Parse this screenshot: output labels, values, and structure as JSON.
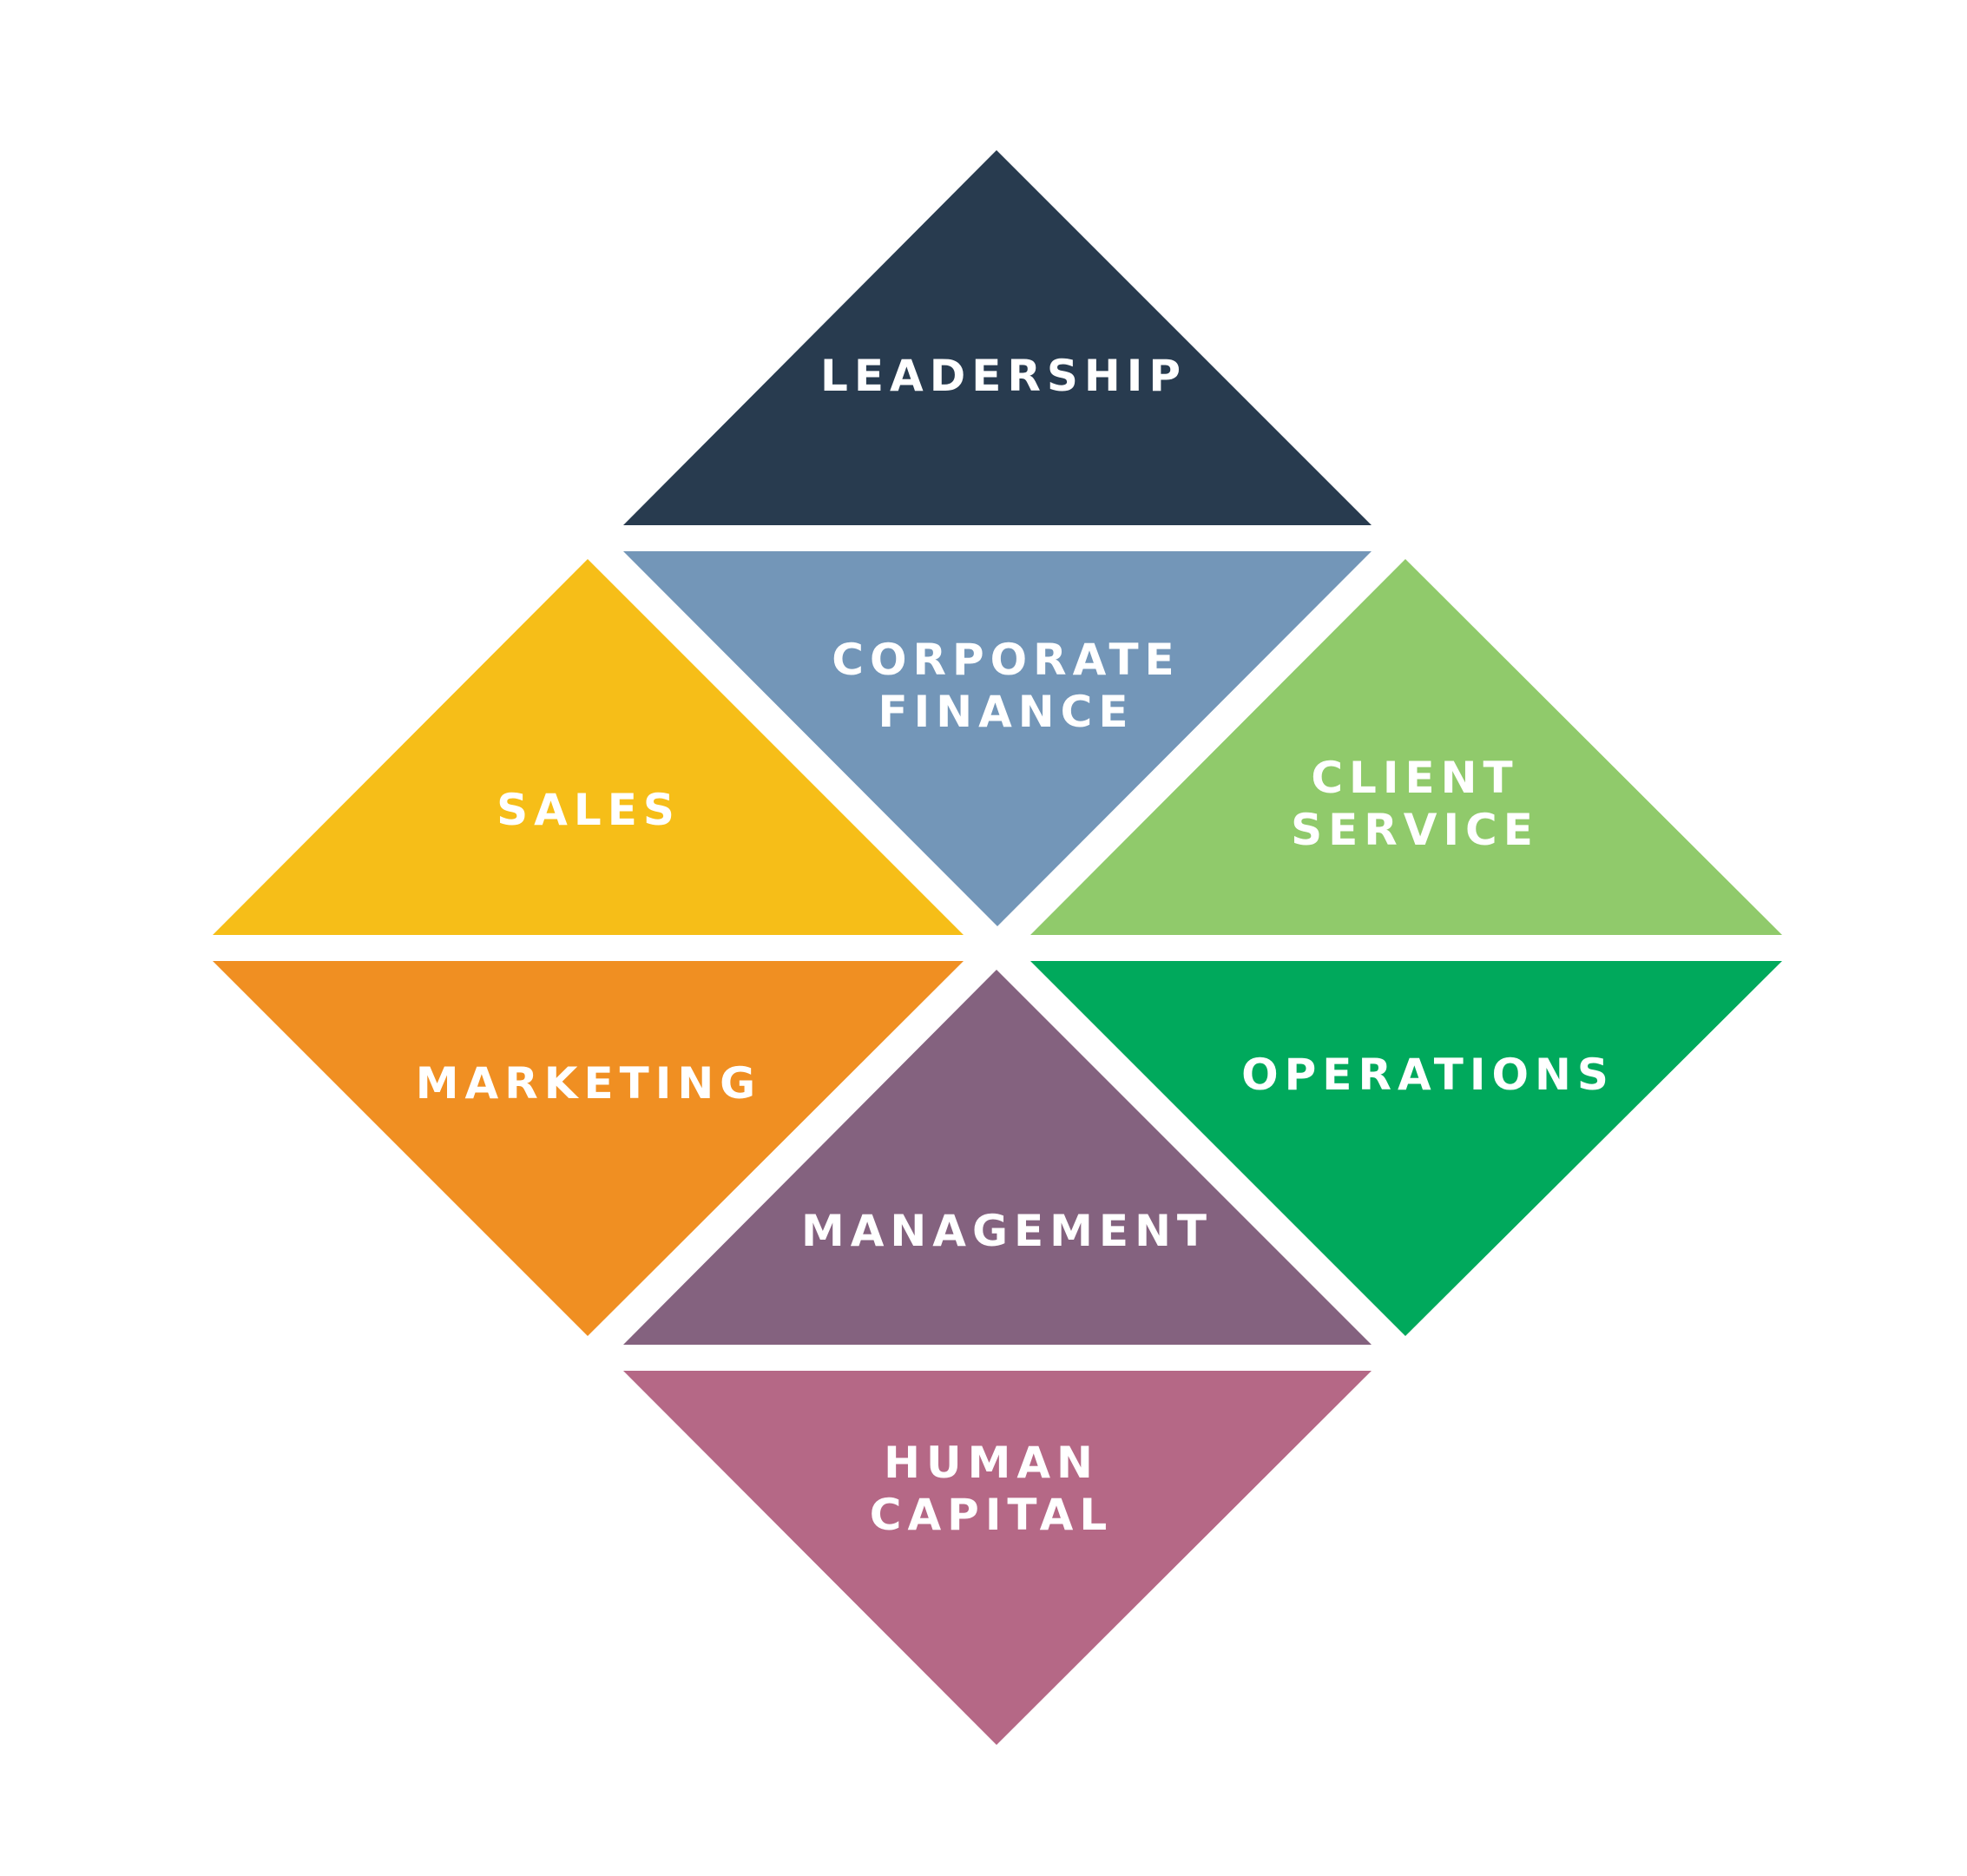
{
  "segments": [
    {
      "id": "leadership",
      "lines": [
        "LEADERSHIP"
      ],
      "color": "#283b4f"
    },
    {
      "id": "corporate-finance",
      "lines": [
        "CORPORATE",
        "FINANCE"
      ],
      "color": "#7396b8"
    },
    {
      "id": "sales",
      "lines": [
        "SALES"
      ],
      "color": "#f6be18"
    },
    {
      "id": "client-service",
      "lines": [
        "CLIENT",
        "SERVICE"
      ],
      "color": "#90ca6b"
    },
    {
      "id": "marketing",
      "lines": [
        "MARKETING"
      ],
      "color": "#f08f22"
    },
    {
      "id": "management",
      "lines": [
        "MANAGEMENT"
      ],
      "color": "#84627f"
    },
    {
      "id": "operations",
      "lines": [
        "OPERATIONS"
      ],
      "color": "#00a95c"
    },
    {
      "id": "human-capital",
      "lines": [
        "HUMAN",
        "CAPITAL"
      ],
      "color": "#b56886"
    }
  ],
  "background": "#ffffff",
  "label_color": "#ffffff"
}
